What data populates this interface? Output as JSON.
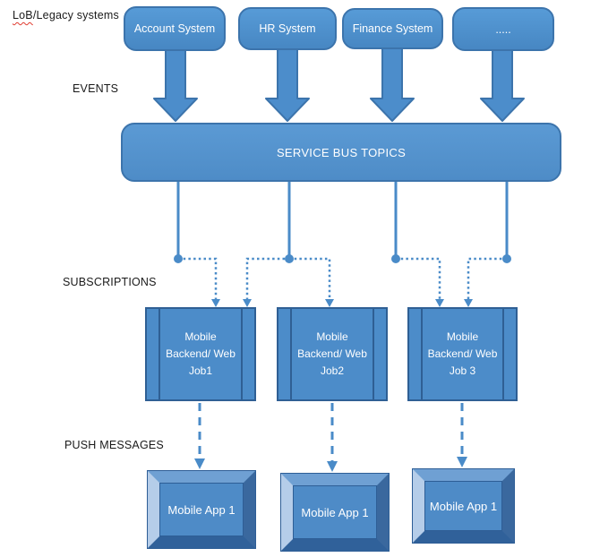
{
  "header": {
    "lob_prefix": "LoB",
    "lob_suffix": "/Legacy systems"
  },
  "labels": {
    "events": "EVENTS",
    "subscriptions": "SUBSCRIPTIONS",
    "push_messages": "PUSH MESSAGES"
  },
  "systems": [
    {
      "label": "Account System"
    },
    {
      "label": "HR System"
    },
    {
      "label": "Finance System"
    },
    {
      "label": "....."
    }
  ],
  "service_bus": {
    "label": "SERVICE BUS TOPICS"
  },
  "subscribers": [
    {
      "label": "Mobile Backend/ Web Job1"
    },
    {
      "label": "Mobile Backend/ Web Job2"
    },
    {
      "label": "Mobile Backend/ Web Job 3"
    }
  ],
  "apps": [
    {
      "label": "Mobile App 1"
    },
    {
      "label": "Mobile App 1"
    },
    {
      "label": "Mobile App 1"
    }
  ],
  "colors": {
    "shape_fill": "#4E8FCB",
    "shape_border": "#3C74AC",
    "connector_blue": "#4A8BC8",
    "subscriber_border": "#2F5F94",
    "label_text": "#1A1A1A",
    "spellcheck_squiggle": "#E03B2F",
    "bevel_face": "#4E8BC7",
    "bevel_top": "#6FA0D3",
    "bevel_left": "#B5CDE9",
    "bevel_right": "#3A689E",
    "bevel_bottom": "#30619A"
  }
}
